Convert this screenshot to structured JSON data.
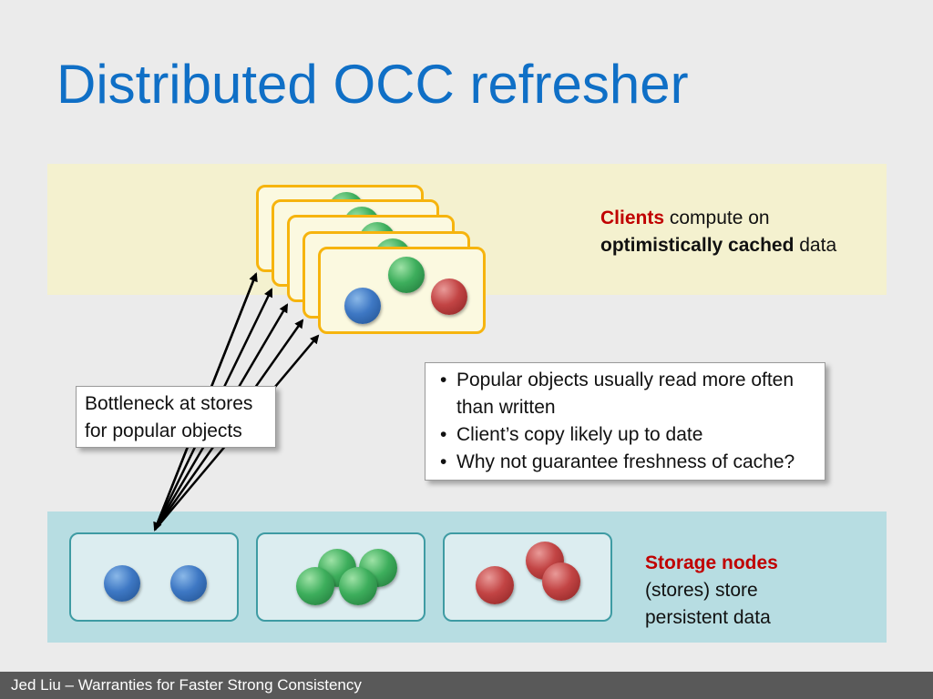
{
  "slide": {
    "title": "Distributed OCC refresher"
  },
  "clients_note": {
    "highlight": "Clients",
    "text1": " compute on ",
    "bold": "optimistically cached",
    "text2": " data"
  },
  "storage_note": {
    "highlight": "Storage nodes",
    "text": " (stores) store persistent data"
  },
  "bottleneck_callout": {
    "text": "Bottleneck at stores for popular objects"
  },
  "bullets": {
    "items": [
      "Popular objects usually read more often than written",
      "Client’s copy likely up to date",
      "Why not guarantee freshness of cache?"
    ]
  },
  "footer": {
    "text": "Jed Liu – Warranties for Faster Strong Consistency"
  },
  "colors": {
    "title_blue": "#0f6fc6",
    "highlight_red": "#c00000",
    "client_band": "#f4f1cf",
    "storage_band": "#b7dde2",
    "card_border_orange": "#f6b40e",
    "node_border_teal": "#3e9ba3"
  }
}
